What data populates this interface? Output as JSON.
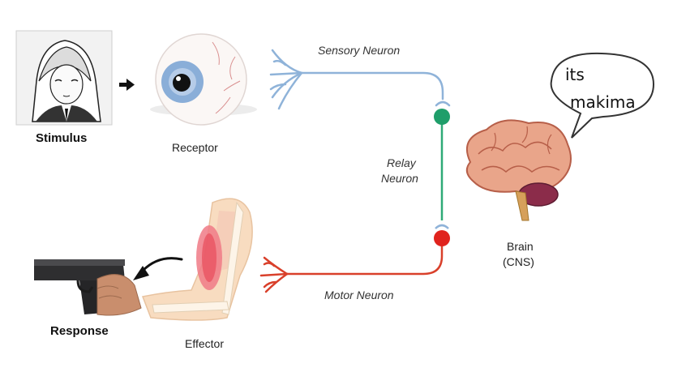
{
  "labels": {
    "stimulus": "Stimulus",
    "receptor": "Receptor",
    "sensory_neuron": "Sensory Neuron",
    "relay_line1": "Relay",
    "relay_line2": "Neuron",
    "brain_line1": "Brain",
    "brain_line2": "(CNS)",
    "motor_neuron": "Motor Neuron",
    "effector": "Effector",
    "response": "Response"
  },
  "speech_bubble": {
    "line1": "its",
    "line2": "makima"
  },
  "colors": {
    "sensory": "#8fb3d9",
    "relay": "#2faa77",
    "motor": "#d9402b",
    "relay_node": "#1f9e6a",
    "motor_node": "#e0231d",
    "brain": "#e9a58a",
    "cerebellum": "#8b2c4a"
  }
}
